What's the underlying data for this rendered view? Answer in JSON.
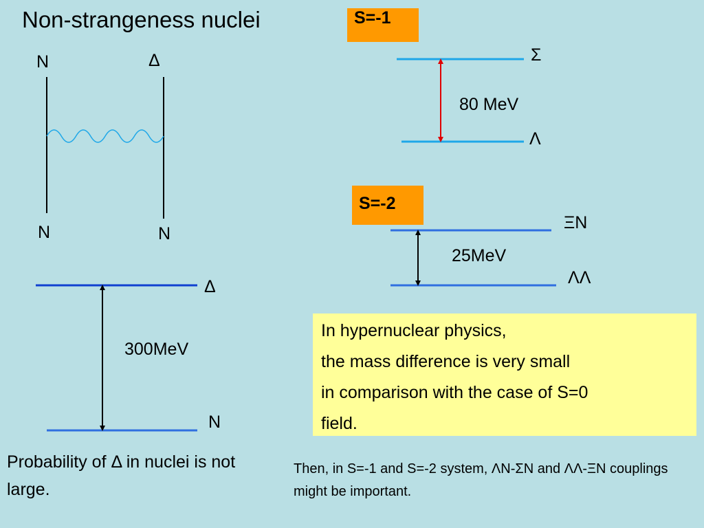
{
  "title": "Non-strangeness nuclei",
  "feynman": {
    "top_left": "N",
    "top_right": "Δ",
    "bottom_left": "N",
    "bottom_right": "N"
  },
  "delta_levels": {
    "upper": "Δ",
    "lower": "N",
    "gap": "300MeV"
  },
  "s1": {
    "badge": "S=-1",
    "upper": "Σ",
    "lower": "Λ",
    "gap": "80 MeV"
  },
  "s2": {
    "badge": "S=-2",
    "upper": "ΞN",
    "lower": "ΛΛ",
    "gap": "25MeV"
  },
  "highlight": {
    "lines": [
      "In hypernuclear physics,",
      "the mass difference is very small",
      "in comparison with the case of S=0",
      "field."
    ]
  },
  "probability_note": "Probability of Δ   in nuclei is not large.",
  "coupling_note": "Then, in S=-1 and S=-2 system, ΛN-ΣN and ΛΛ-ΞN couplings  might be important.",
  "colors": {
    "background": "#b9dfe4",
    "badge": "#ff9900",
    "highlight": "#ffff99",
    "level_blue": "#2f6fe0",
    "level_cyan": "#1ea7e8",
    "arrow_red": "#e00000"
  }
}
